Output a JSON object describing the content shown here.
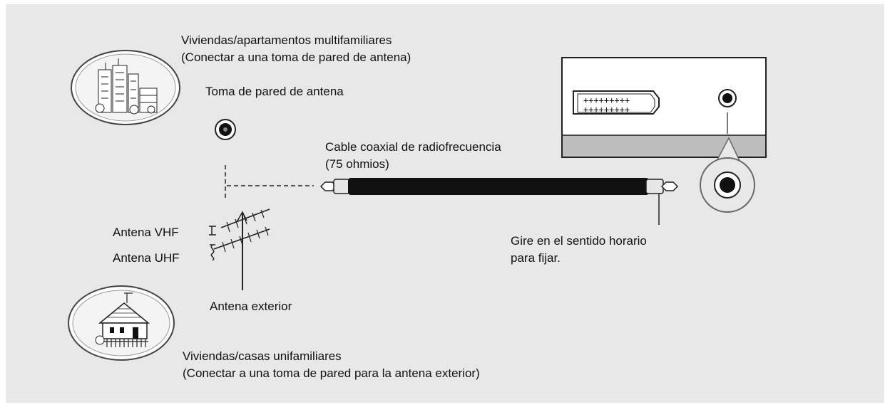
{
  "labels": {
    "apartments_line1": "Viviendas/apartamentos multifamiliares",
    "apartments_line2": "(Conectar a una toma de pared de antena)",
    "wall_jack": "Toma de pared de antena",
    "cable_line1": "Cable coaxial de radiofrecuencia",
    "cable_line2": "(75 ohmios)",
    "antenna_vhf": "Antena VHF",
    "antenna_uhf": "Antena UHF",
    "antenna_outdoor": "Antena exterior",
    "turn_line1": "Gire en el sentido horario",
    "turn_line2": "para fijar.",
    "house_line1": "Viviendas/casas unifamiliares",
    "house_line2": "(Conectar a una toma de pared para la antena exterior)"
  },
  "colors": {
    "panel_bg": "#e8e8e8",
    "tv_bottom": "#bdbdbd",
    "cable": "#111111",
    "line": "#222222"
  }
}
